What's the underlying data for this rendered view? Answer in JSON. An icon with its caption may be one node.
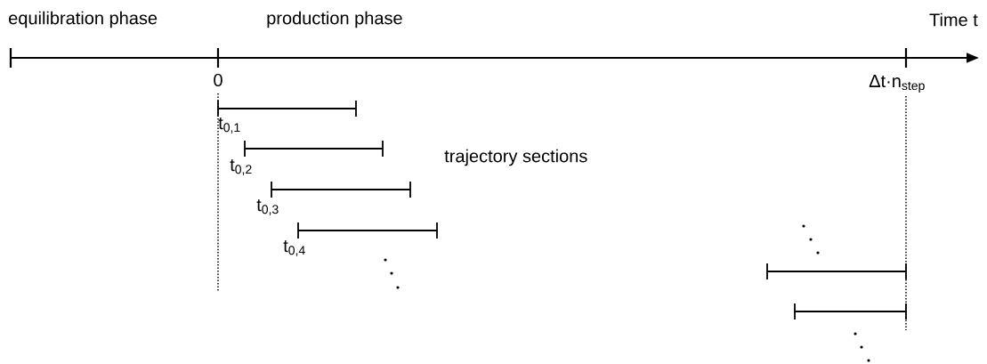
{
  "diagram": {
    "labels": [
      "equilibration phase",
      "production phase",
      "Time t",
      "0",
      "Δt·n$_{step}$",
      "t$_{0,1}$",
      "t$_{0,2}$",
      "trajectory sections",
      "t$_{0,3}$",
      "t$_{0,4}$"
    ]
  }
}
